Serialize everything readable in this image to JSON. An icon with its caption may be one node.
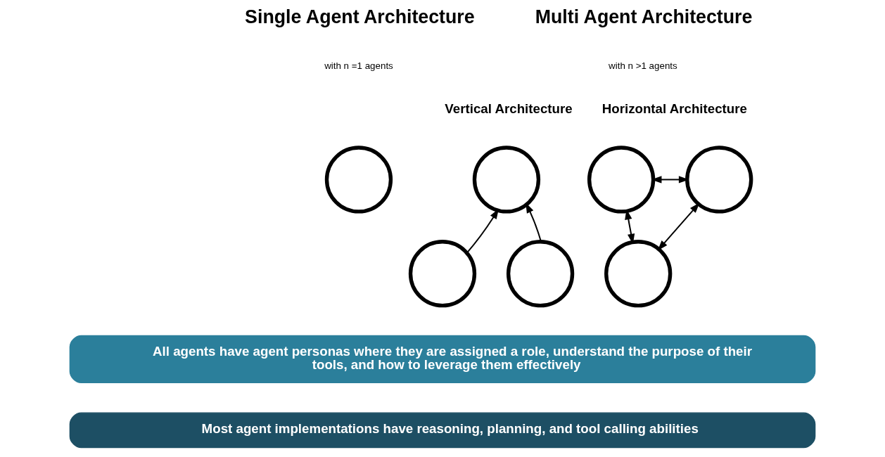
{
  "diagram": {
    "nodes": [
      {
        "text": [],
        "shape": "person"
      },
      {
        "text": [],
        "shape": "person"
      },
      {
        "text": [],
        "shape": "person"
      },
      {
        "text": [],
        "shape": "person"
      },
      {
        "text": [],
        "shape": "person"
      },
      {
        "text": [],
        "shape": "person"
      },
      {
        "text": [],
        "shape": "person"
      },
      {
        "text": [
          "All agents have agent personas where they are assigned a role, understand the purpose of their tools, and how to leverage them effectively"
        ]
      },
      {
        "text": [
          "Most agent implementations have reasoning, planning, and tool calling abilities"
        ]
      }
    ],
    "edges": [
      {
        "from": 2,
        "to": 1,
        "arrow": "to"
      },
      {
        "from": 3,
        "to": 1,
        "arrow": "to"
      },
      {
        "from": 4,
        "to": 5,
        "arrow": "both"
      },
      {
        "from": 4,
        "to": 6,
        "arrow": "both"
      },
      {
        "from": 5,
        "to": 6,
        "arrow": "both"
      }
    ],
    "labels": [
      "Single Agent Architecture",
      "with n =1 agents",
      "Multi Agent Architecture",
      "with n >1 agents",
      "Vertical Architecture",
      "Horizontal Architecture"
    ]
  }
}
